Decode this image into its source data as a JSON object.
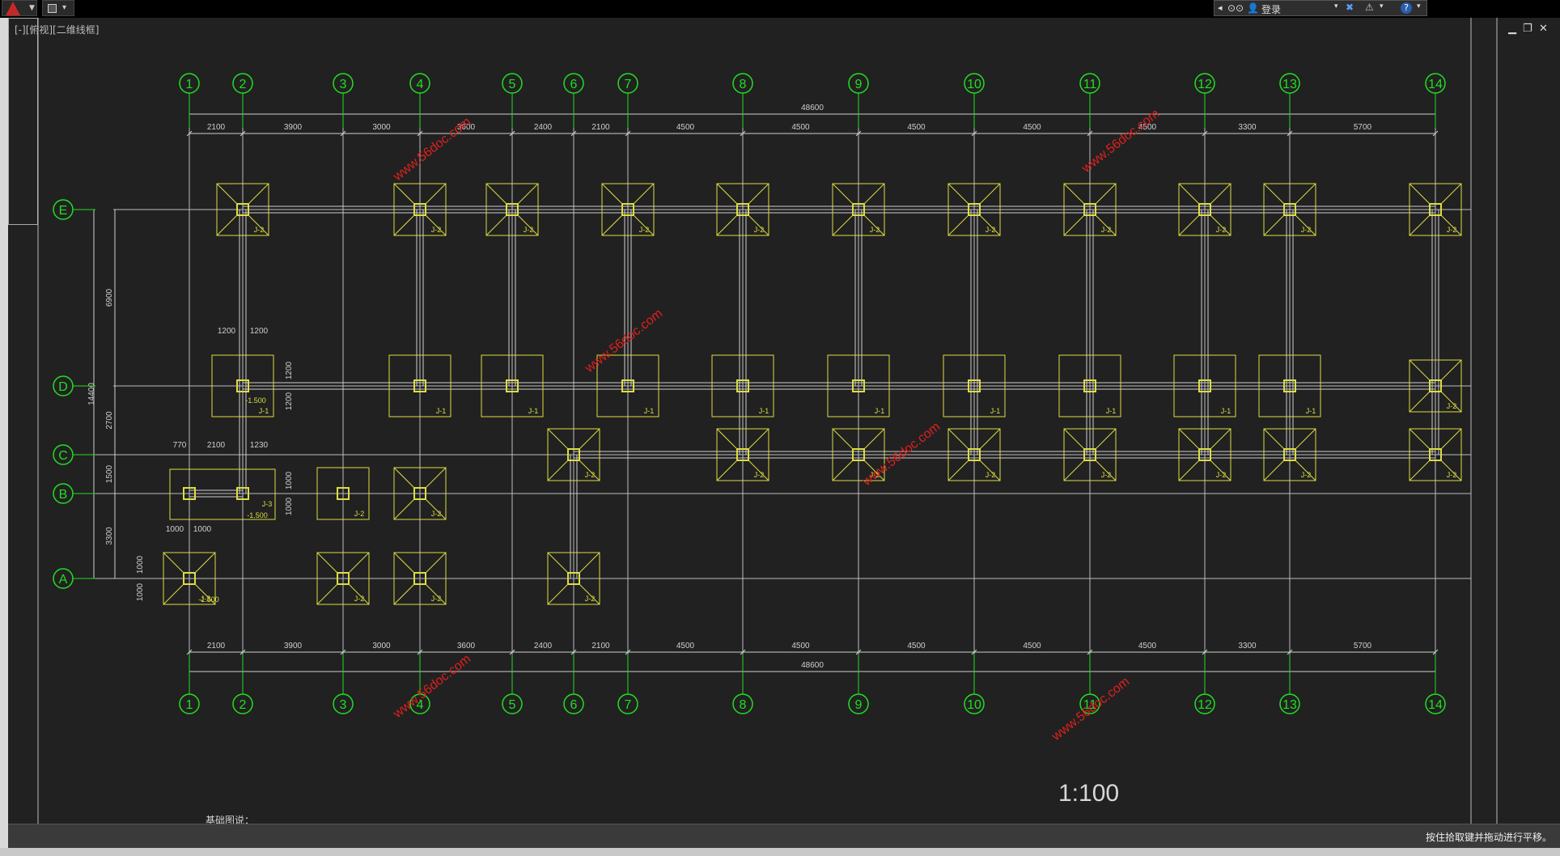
{
  "toolbar": {
    "login_label": "登录",
    "help_label": "?"
  },
  "viewport": {
    "label": "[-][俯视][二维线框]"
  },
  "drawing": {
    "scale_label": "1:100",
    "footer_text": "基础图说：",
    "grid_columns": [
      "1",
      "2",
      "3",
      "4",
      "5",
      "6",
      "7",
      "8",
      "9",
      "10",
      "11",
      "12",
      "13",
      "14"
    ],
    "grid_rows": [
      "E",
      "D",
      "C",
      "B",
      "A"
    ],
    "overall_dimension": "48600",
    "top_spacings": [
      "2100",
      "3900",
      "3000",
      "3600",
      "2400",
      "2100",
      "4500",
      "4500",
      "4500",
      "4500",
      "4500",
      "3300",
      "5700"
    ],
    "bottom_spacings": [
      "2100",
      "3900",
      "3000",
      "3600",
      "2400",
      "2100",
      "4500",
      "4500",
      "4500",
      "4500",
      "4500",
      "3300",
      "5700"
    ],
    "left_dims": {
      "overall": "14400",
      "e_d": "6900",
      "d_c": "2700",
      "c_b": "1500",
      "b_a": "3300"
    },
    "footing_labels": {
      "j1": "J-1",
      "j2": "J-2",
      "j3": "J-3",
      "elevation": "-1.500"
    },
    "detail_dims": {
      "d_width_a": "1200",
      "d_width_b": "1200",
      "d_height_a": "1200",
      "d_height_b": "1200",
      "b_left": "770",
      "b_mid": "2100",
      "b_right": "1230",
      "b_h1": "1000",
      "b_h2": "1000",
      "a_w1": "1000",
      "a_w2": "1000",
      "a_h1": "1000",
      "a_h2": "1000"
    },
    "watermark": "www.56doc.com"
  },
  "status": {
    "text": "按住拾取键并拖动进行平移。"
  },
  "colors": {
    "background": "#212121",
    "grid_bubble": "#22dd22",
    "footing": "#dddd44",
    "lines": "#cfcfcf",
    "watermark": "#e0201e"
  }
}
